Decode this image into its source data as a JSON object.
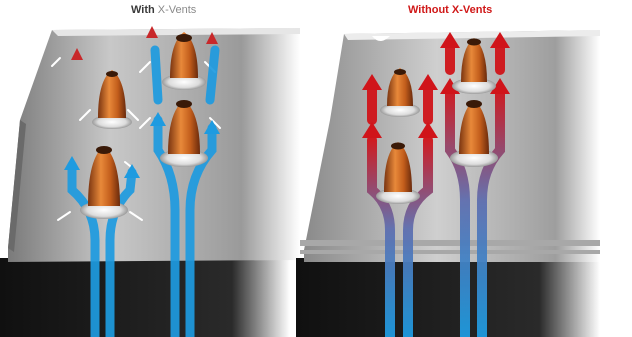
{
  "left_panel": {
    "caption_strong": "With",
    "caption_rest": " X-Vents",
    "caption_strong_color": "#3a3a3a",
    "caption_rest_color": "#8a8a8a",
    "airflow": "cool"
  },
  "right_panel": {
    "caption_strong": "Without",
    "caption_rest": " X-Vents",
    "caption_strong_color": "#d01818",
    "caption_rest_color": "#d01818",
    "airflow": "hot"
  },
  "colors": {
    "cool_flow": "#1e9be0",
    "hot_flow": "#d0141a",
    "copper": "#d4752a",
    "fin": "#bfbfbf",
    "base": "#1a1a1a"
  }
}
